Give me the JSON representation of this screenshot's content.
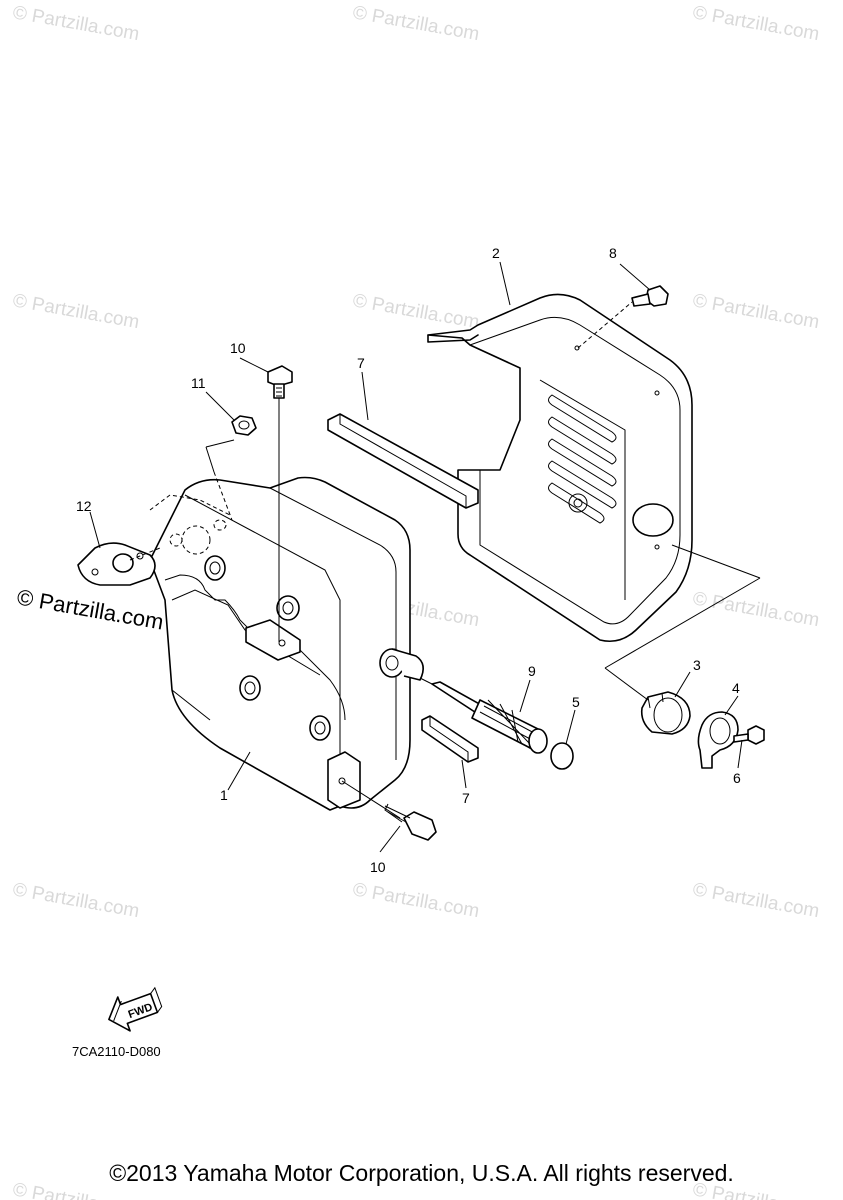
{
  "watermark": {
    "text": "© Partzilla.com",
    "prominent_text": "© Partzilla.com"
  },
  "callouts": [
    {
      "id": "c1",
      "label": "1"
    },
    {
      "id": "c2",
      "label": "2"
    },
    {
      "id": "c3",
      "label": "3"
    },
    {
      "id": "c4",
      "label": "4"
    },
    {
      "id": "c5",
      "label": "5"
    },
    {
      "id": "c6",
      "label": "6"
    },
    {
      "id": "c7a",
      "label": "7"
    },
    {
      "id": "c7b",
      "label": "7"
    },
    {
      "id": "c8",
      "label": "8"
    },
    {
      "id": "c9",
      "label": "9"
    },
    {
      "id": "c10a",
      "label": "10"
    },
    {
      "id": "c10b",
      "label": "10"
    },
    {
      "id": "c11",
      "label": "11"
    },
    {
      "id": "c12",
      "label": "12"
    }
  ],
  "fwd_label": "FWD",
  "diagram_code": "7CA2110-D080",
  "copyright": "©2013 Yamaha Motor Corporation, U.S.A. All rights reserved."
}
